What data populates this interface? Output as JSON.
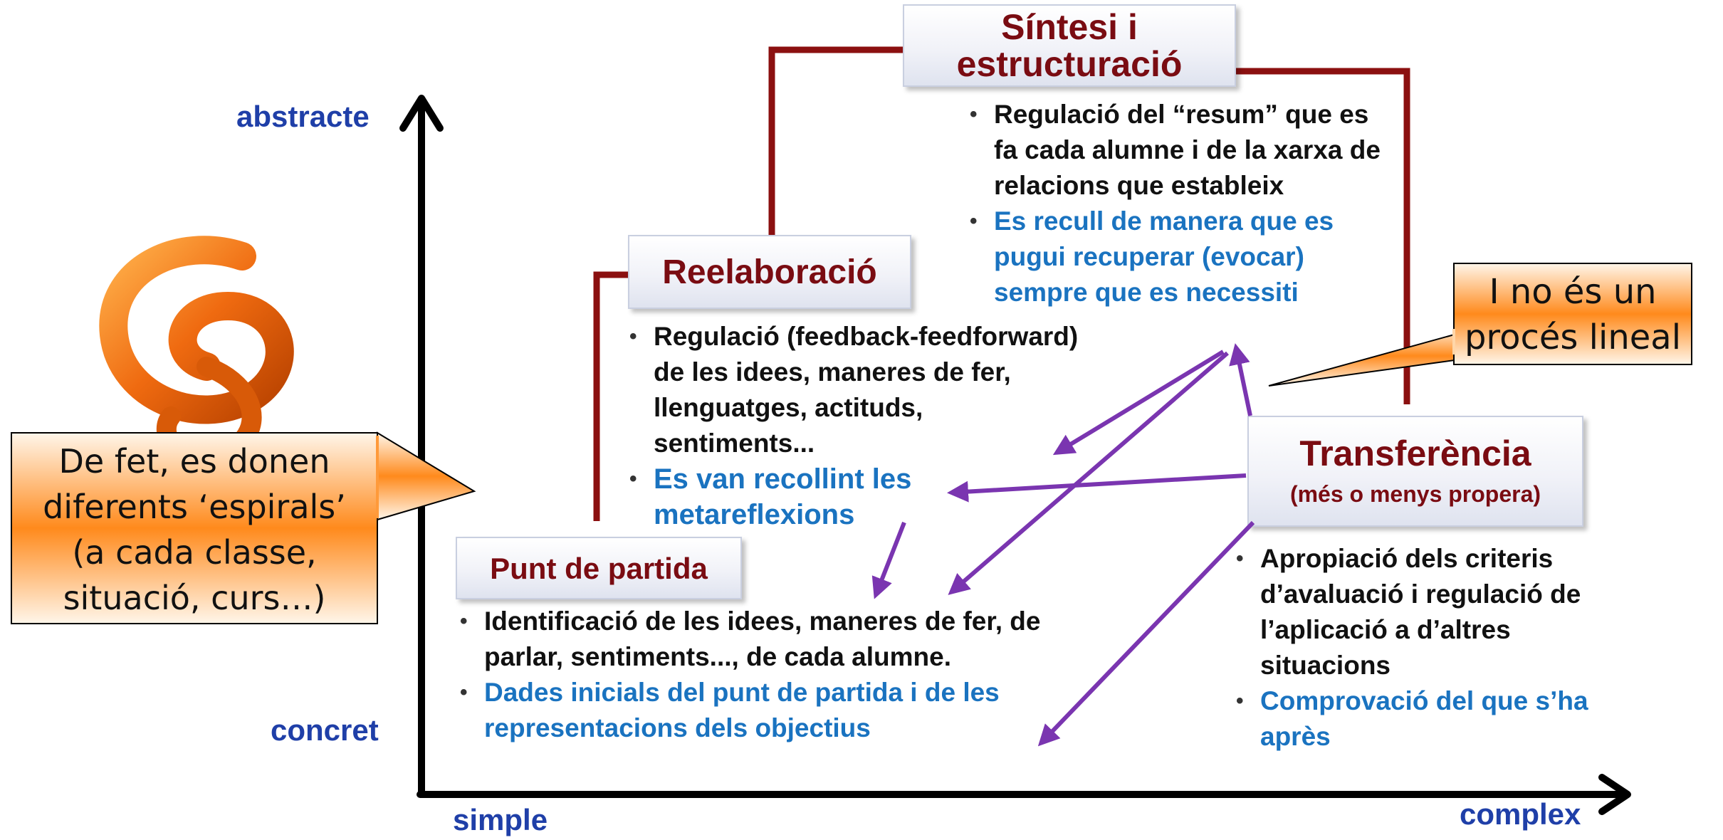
{
  "axes": {
    "y_top": "abstracte",
    "y_bottom": "concret",
    "x_left": "simple",
    "x_right": "complex"
  },
  "stages": {
    "synthesis": {
      "title_line1": "Síntesi i",
      "title_line2": "estructuració",
      "bullets": [
        "Regulació del “resum” que es fa cada alumne i de la xarxa de relacions que estableix",
        "Es recull de manera que es pugui recuperar (evocar) sempre que es necessiti"
      ]
    },
    "reelaboration": {
      "title": "Reelaboració",
      "bullets": [
        "Regulació (feedback-feedforward) de les idees, maneres de fer, llenguatges, actituds, sentiments...",
        "Es van recollint les metareflexions"
      ]
    },
    "starting_point": {
      "title": "Punt de partida",
      "bullets": [
        "Identificació de les idees, maneres de fer, de parlar, sentiments..., de cada alumne.",
        "Dades inicials del punt de partida i de les representacions dels objectius"
      ]
    },
    "transfer": {
      "title": "Transferència",
      "subtitle": "(més o menys propera)",
      "bullets": [
        "Apropiació dels criteris d’avaluació i regulació de l’aplicació a d’altres situacions",
        "Comprovació del que s’ha après"
      ]
    }
  },
  "callouts": {
    "left_lines": [
      "De fet, es donen",
      "diferents ‘espirals’",
      "(a cada classe,",
      "situació, curs…)"
    ],
    "right_lines": [
      "I no és un",
      "procés lineal"
    ]
  },
  "colors": {
    "staircase": "#8b1010",
    "arrows": "#7a35b0",
    "axis_labels": "#1f3fa8",
    "blue_bullets": "#1a73c0",
    "box_titles": "#7a0c12"
  },
  "icons": {
    "spiral": "orange-spiral-icon"
  }
}
